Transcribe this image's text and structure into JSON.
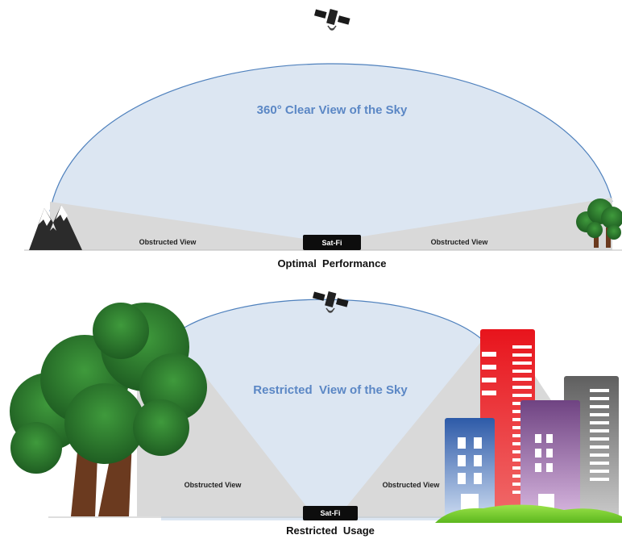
{
  "top_panel": {
    "sky_label": "360° Clear View of the Sky",
    "obstructed_left": "Obstructed View",
    "obstructed_right": "Obstructed View",
    "device_label": "Sat-Fi",
    "caption": "Optimal  Performance"
  },
  "bottom_panel": {
    "sky_label": "Restricted  View of the Sky",
    "obstructed_left": "Obstructed View",
    "obstructed_right": "Obstructed View",
    "device_label": "Sat-Fi",
    "caption": "Restricted  Usage"
  },
  "colors": {
    "sky_fill": "#dce6f2",
    "sky_stroke": "#4f81bd",
    "obstructed_fill": "#d9d9d9",
    "sky_text": "#5b87c5",
    "tree_green": "#2e7d32",
    "trunk_brown": "#6b3a1f",
    "building_red": "#e31b23",
    "building_blue": "#3a62a8",
    "building_purple": "#7a4d8c",
    "building_gray": "#6d6d6d",
    "grass_green": "#7ed321"
  },
  "icons": [
    "satellite-icon",
    "mountain-icon",
    "tree-icon",
    "building-icon"
  ]
}
